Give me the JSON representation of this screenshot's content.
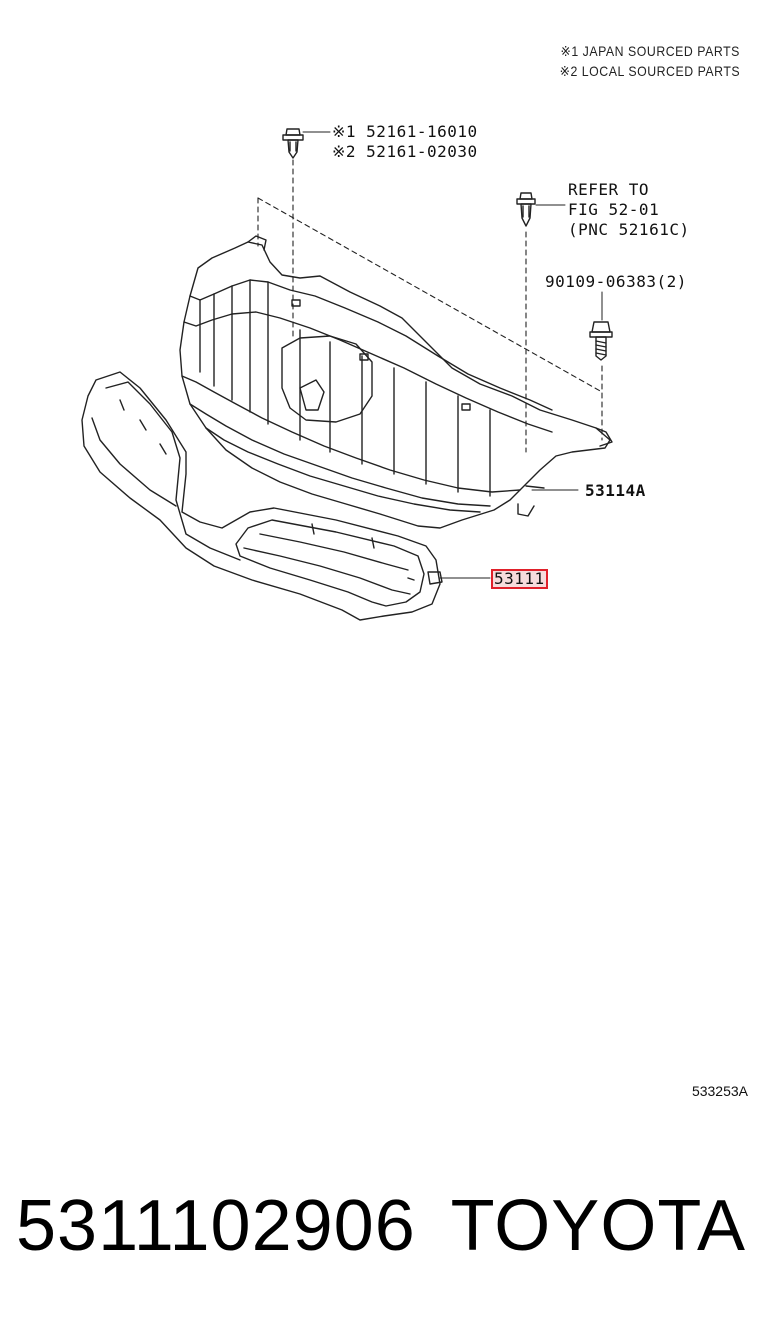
{
  "notes": {
    "japan": "※1 JAPAN SOURCED PARTS",
    "local": "※2 LOCAL SOURCED PARTS"
  },
  "callouts": {
    "clip_japan": "※1 52161-16010",
    "clip_local": "※2 52161-02030",
    "refer_line1": "REFER TO",
    "refer_line2": "FIG 52-01",
    "refer_line3": "(PNC 52161C)",
    "bolt": "90109-06383(2)",
    "grille_frame": "53114A",
    "grille": "53111"
  },
  "highlight_color": "#e0202a",
  "drawing_number": "533253A",
  "footer": {
    "part_number": "5311102906",
    "brand": "TOYOTA"
  }
}
